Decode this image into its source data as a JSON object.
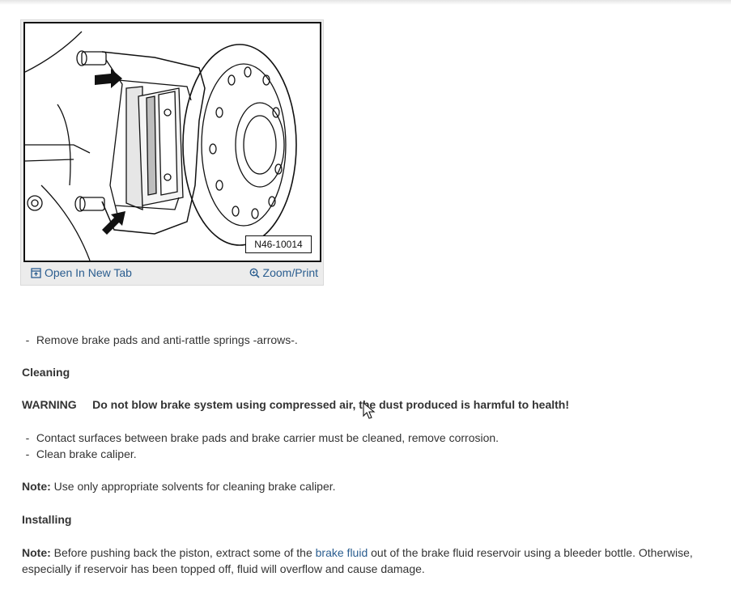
{
  "figure": {
    "code": "N46-10014",
    "open_new_tab": "Open In New Tab",
    "zoom_print": "Zoom/Print"
  },
  "content": {
    "step1": "Remove brake pads and anti-rattle springs -arrows-.",
    "heading_cleaning": "Cleaning",
    "warning_label": "WARNING",
    "warning_text": "Do not blow brake system using compressed air, the dust produced is harmful to health!",
    "step2": "Contact surfaces between brake pads and brake carrier must be cleaned, remove corrosion.",
    "step3": "Clean brake caliper.",
    "note1_label": "Note:",
    "note1_text": "Use only appropriate solvents for cleaning brake caliper.",
    "heading_installing": "Installing",
    "note2_label": "Note:",
    "note2_text_a": "Before pushing back the piston, extract some of the",
    "note2_link": "brake fluid",
    "note2_text_b": "out of the brake fluid reservoir using a bleeder bottle. Otherwise,",
    "note2_text_c": "especially if reservoir has been topped off, fluid will overflow and cause damage.",
    "bullet": "-"
  },
  "colors": {
    "link": "#2a5d8f",
    "text": "#333333"
  }
}
